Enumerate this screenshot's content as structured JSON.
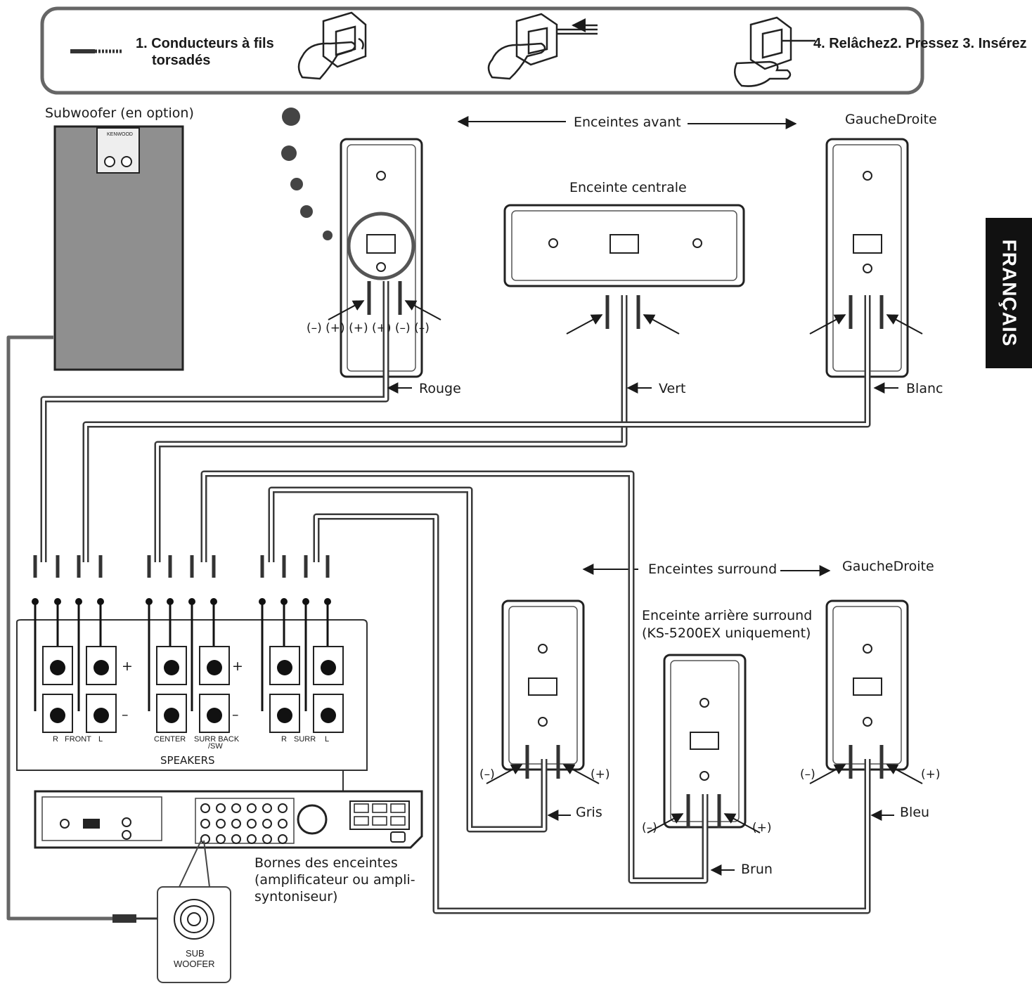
{
  "header": {
    "step1_line1": "1. Conducteurs à fils",
    "step1_line2": "torsadés",
    "steps_text": "4. Relâchez2. Pressez 3. Insérez"
  },
  "side_tab": "FRANÇAIS",
  "labels": {
    "subwoofer_optional": "Subwoofer (en option)",
    "front_speakers": "Enceintes avant",
    "left_right_front": "GaucheDroite",
    "center_speaker": "Enceinte centrale",
    "surround_speakers": "Enceintes surround",
    "left_right_surround": "GaucheDroite",
    "surround_back_line1": "Enceinte arrière surround",
    "surround_back_line2": "(KS-5200EX uniquement)",
    "terminals_line1": "Bornes des enceintes",
    "terminals_line2": "(amplificateur ou ampli-",
    "terminals_line3": "syntoniseur)",
    "speakers": "SPEAKERS",
    "front": "FRONT",
    "center": "CENTER",
    "surr_back": "SURR BACK",
    "surr_back_sw": "/SW",
    "surr": "SURR",
    "sub_woofer_line1": "SUB",
    "sub_woofer_line2": "WOOFER",
    "plus": "+",
    "minus": "–",
    "r": "R",
    "l": "L",
    "kenwood": "KENWOOD"
  },
  "polarity": {
    "front_left_row": "(–) (+) (+) (+) (–) (–)",
    "minus": "(–)",
    "plus": "(+)"
  },
  "wire_colors": {
    "rouge": "Rouge",
    "vert": "Vert",
    "blanc": "Blanc",
    "gris": "Gris",
    "brun": "Brun",
    "bleu": "Bleu"
  }
}
